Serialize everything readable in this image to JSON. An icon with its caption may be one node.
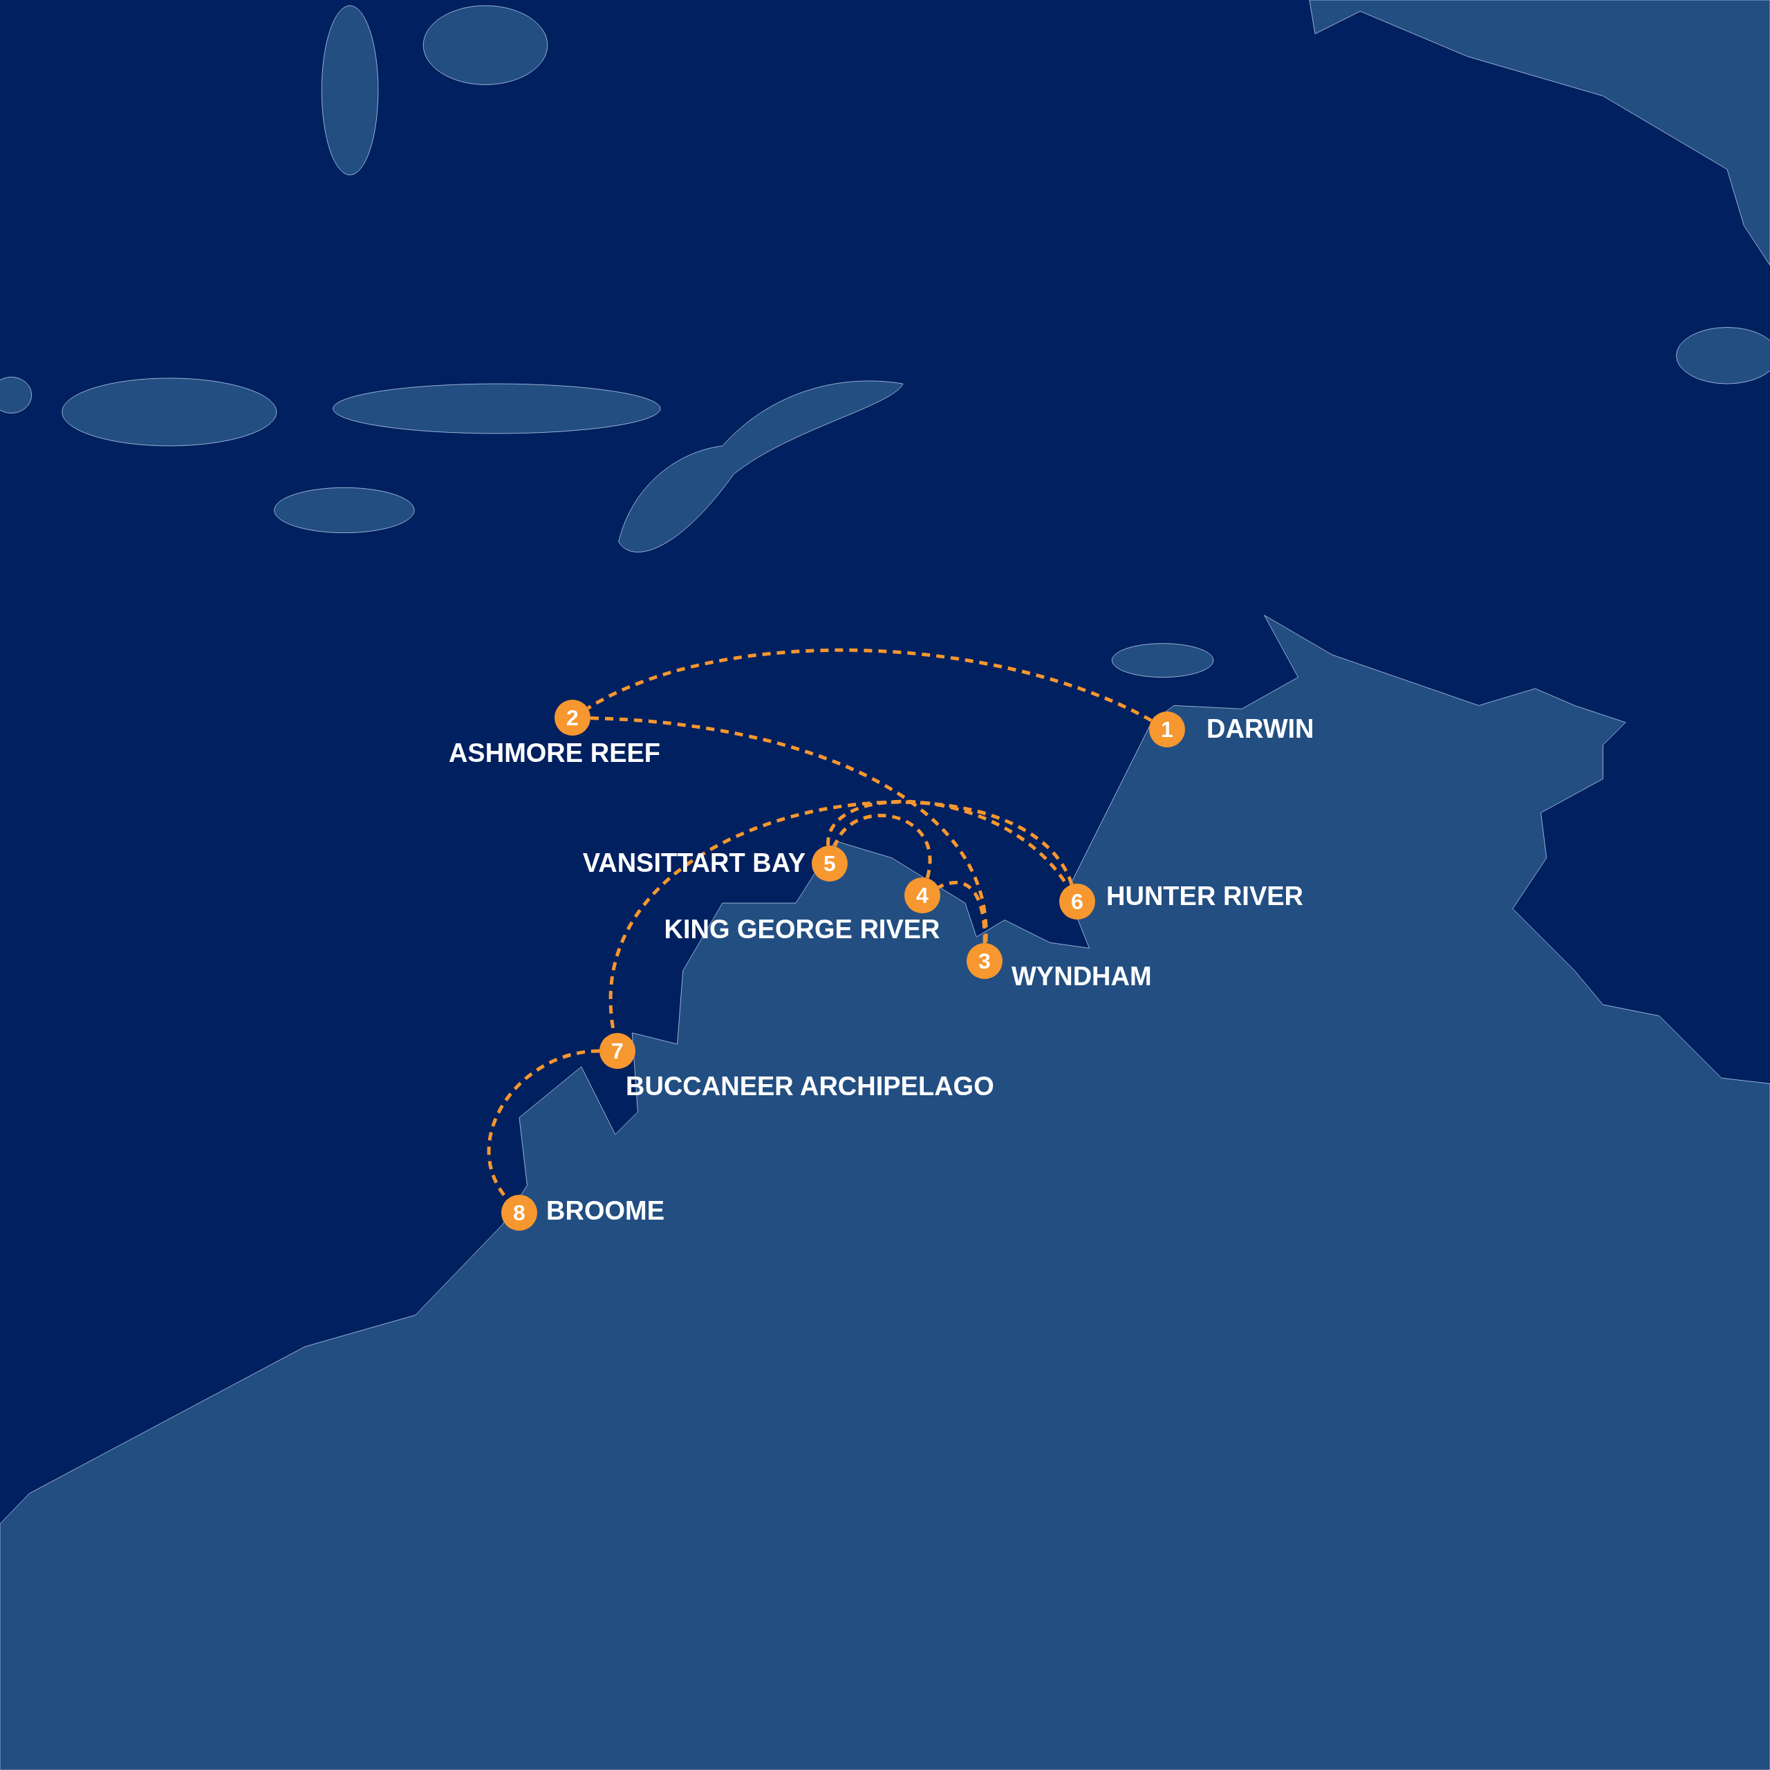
{
  "diagram": {
    "nodes": [
      {
        "text": [
          "1"
        ],
        "beside": [
          "DARWIN"
        ]
      },
      {
        "text": [
          "2"
        ],
        "beside": [
          "ASHMORE REEF"
        ]
      },
      {
        "text": [
          "3"
        ],
        "beside": [
          "WYNDHAM"
        ]
      },
      {
        "text": [
          "4"
        ],
        "beside": [
          "KING GEORGE RIVER"
        ]
      },
      {
        "text": [
          "5"
        ],
        "beside": [
          "VANSITTART BAY"
        ]
      },
      {
        "text": [
          "6"
        ],
        "beside": [
          "HUNTER RIVER"
        ]
      },
      {
        "text": [
          "7"
        ],
        "beside": [
          "BUCCANEER ARCHIPELAGO"
        ]
      },
      {
        "text": [
          "8"
        ],
        "beside": [
          "BROOME"
        ]
      }
    ],
    "edges": [
      {
        "from": 0,
        "to": 1,
        "arrow": "none",
        "style": "dashed"
      },
      {
        "from": 1,
        "to": 2,
        "arrow": "none",
        "style": "dashed"
      },
      {
        "from": 2,
        "to": 3,
        "arrow": "none",
        "style": "dashed"
      },
      {
        "from": 3,
        "to": 4,
        "arrow": "none",
        "style": "dashed"
      },
      {
        "from": 4,
        "to": 5,
        "arrow": "none",
        "style": "dashed"
      },
      {
        "from": 5,
        "to": 6,
        "arrow": "none",
        "style": "dashed"
      },
      {
        "from": 6,
        "to": 7,
        "arrow": "none",
        "style": "dashed"
      }
    ]
  }
}
